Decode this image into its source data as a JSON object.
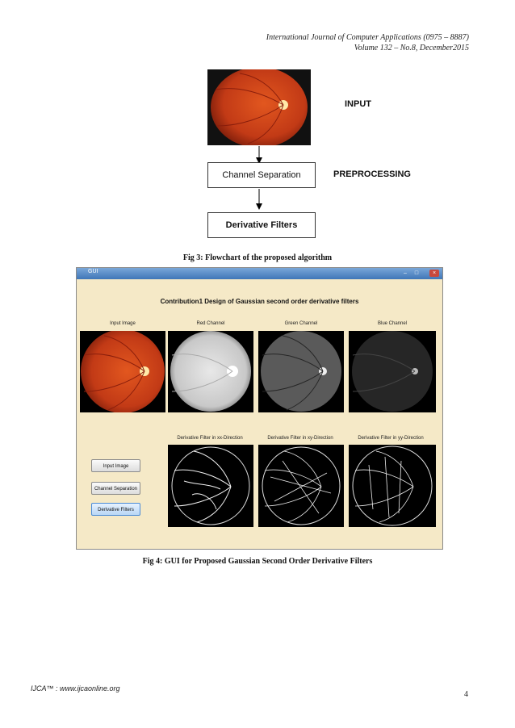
{
  "header": {
    "journal": "International Journal of Computer Applications (0975 – 8887)",
    "volume": "Volume 132 – No.8, December2015"
  },
  "flowchart": {
    "stages": [
      {
        "box": "",
        "label": "INPUT"
      },
      {
        "box": "Channel Separation",
        "label": "PREPROCESSING"
      },
      {
        "box": "Derivative Filters",
        "label": ""
      }
    ],
    "caption": "Fig 3: Flowchart of the proposed algorithm"
  },
  "gui": {
    "window_title": "GUI",
    "window_buttons": [
      "–",
      "□",
      "×"
    ],
    "heading": "Contribution1 Design of Gaussian second  order derivative filters",
    "top_panels": [
      "Input Image",
      "Red Channel",
      "Green Channel",
      "Blue Channel"
    ],
    "bottom_panels": [
      "Derivative Filter in xx-Direction",
      "Derivative Filter in xy-Direction",
      "Derivative Filter in yy-Direction"
    ],
    "buttons": [
      "Input Image",
      "Channel Separation",
      "Derivative Filters"
    ],
    "active_button": "Derivative Filters",
    "caption": "Fig 4: GUI for Proposed Gaussian Second Order Derivative Filters"
  },
  "footer": {
    "site": "IJCA™ : www.ijcaonline.org",
    "page": "4"
  },
  "colors": {
    "fundus_red": "#c23a16",
    "gui_background": "#f5e9c7",
    "titlebar": "#3f76b8"
  }
}
